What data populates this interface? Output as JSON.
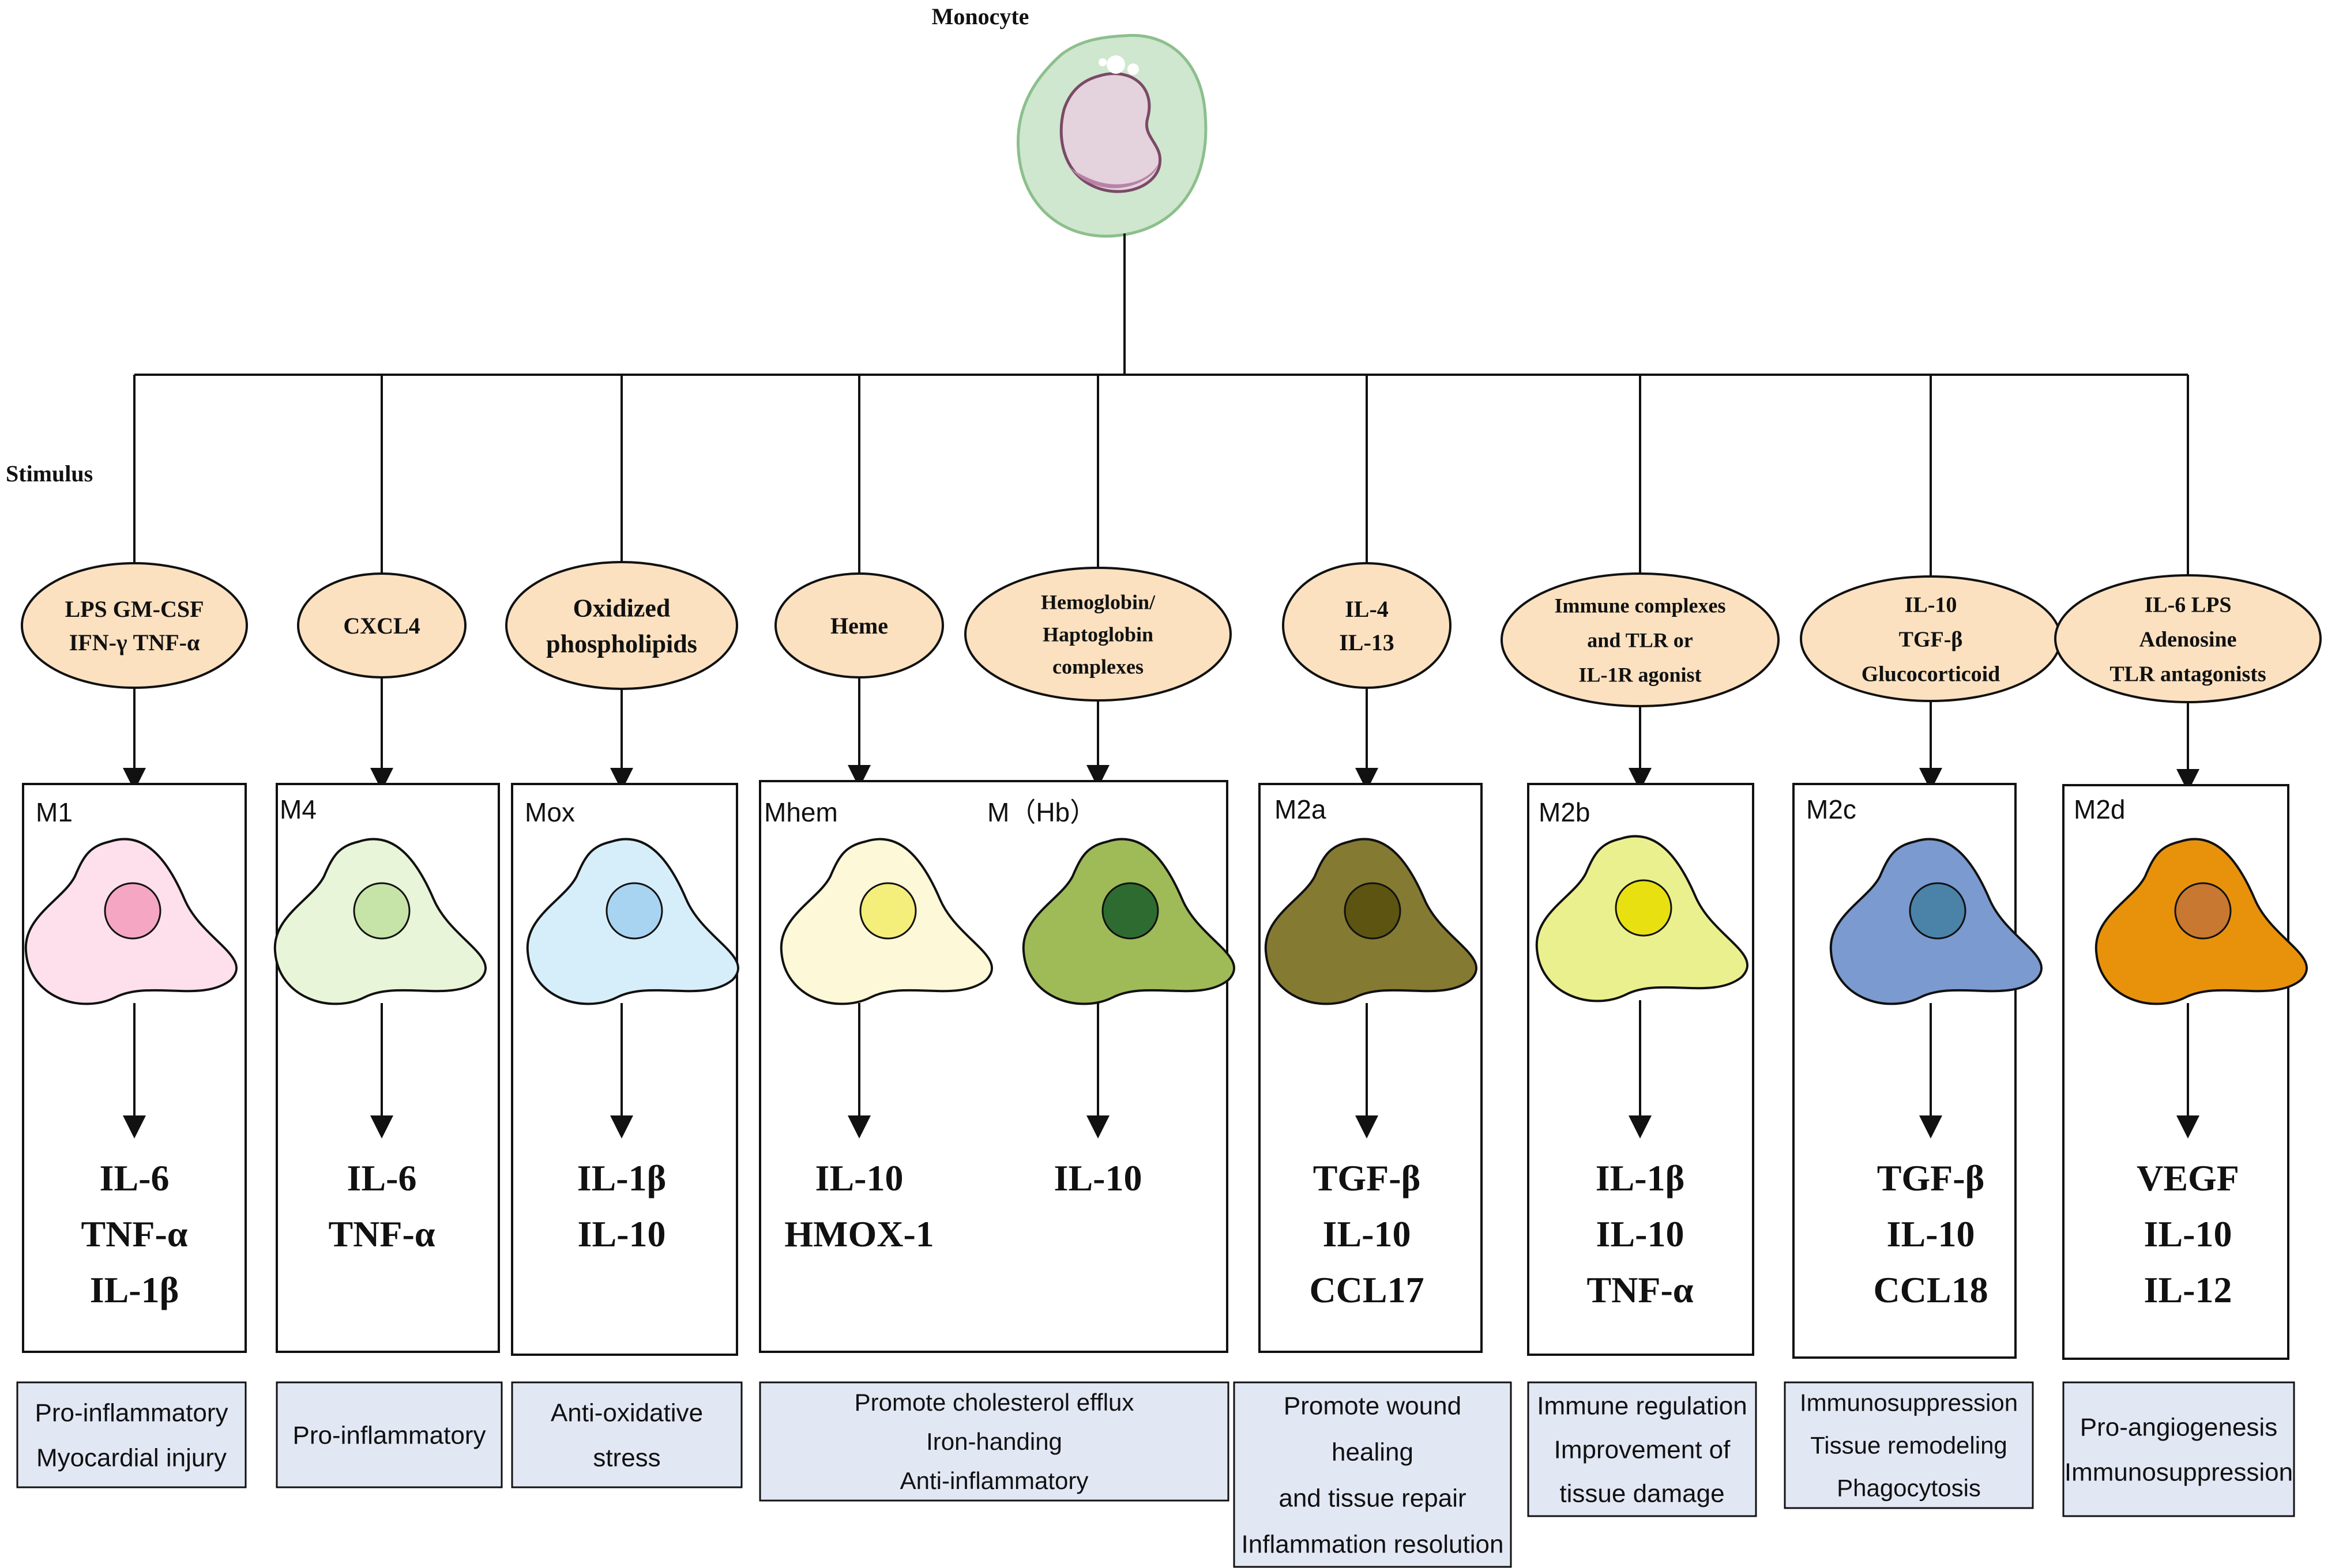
{
  "title": "Monocyte",
  "stimulus_label": "Stimulus",
  "colors": {
    "line": "#111111",
    "ellipse_fill": "#fbe1c0",
    "box_fill": "#e2e7f4",
    "monocyte_outer": "#cfe6cf",
    "monocyte_nucleus": "#e4d2dc"
  },
  "stimuli": [
    {
      "lines": [
        "LPS    GM-CSF",
        "IFN-γ  TNF-α"
      ]
    },
    {
      "lines": [
        "CXCL4"
      ]
    },
    {
      "lines": [
        "Oxidized",
        "phospholipids"
      ]
    },
    {
      "lines": [
        "Heme"
      ]
    },
    {
      "lines": [
        "Hemoglobin/",
        "Haptoglobin",
        "complexes"
      ]
    },
    {
      "lines": [
        "IL-4",
        "IL-13"
      ]
    },
    {
      "lines": [
        "Immune complexes",
        "and TLR or",
        "IL-1R agonist"
      ]
    },
    {
      "lines": [
        "IL-10",
        "TGF-β",
        "Glucocorticoid"
      ]
    },
    {
      "lines": [
        "IL-6  LPS",
        "Adenosine",
        "TLR antagonists"
      ]
    }
  ],
  "cells": [
    {
      "label": "M1",
      "body": "#fde0ec",
      "nucleus": "#f4a6c2"
    },
    {
      "label": "M4",
      "body": "#e8f5d8",
      "nucleus": "#c6e4a8"
    },
    {
      "label": "Mox",
      "body": "#d6eefa",
      "nucleus": "#a8d4f2"
    },
    {
      "label": "Mhem",
      "body": "#fdf8d8",
      "nucleus": "#f4ee7a"
    },
    {
      "label": "M（Hb）",
      "body": "#9ebb58",
      "nucleus": "#2e6b30"
    },
    {
      "label": "M2a",
      "body": "#857a32",
      "nucleus": "#5c5410"
    },
    {
      "label": "M2b",
      "body": "#eaf08e",
      "nucleus": "#e8e010"
    },
    {
      "label": "M2c",
      "body": "#7a9ad0",
      "nucleus": "#4a82a8"
    },
    {
      "label": "M2d",
      "body": "#e8920c",
      "nucleus": "#c87830"
    }
  ],
  "cytokines": [
    [
      "IL-6",
      "TNF-α",
      "IL-1β"
    ],
    [
      "IL-6",
      "TNF-α"
    ],
    [
      "IL-1β",
      "IL-10"
    ],
    [
      "IL-10",
      "HMOX-1"
    ],
    [
      "IL-10"
    ],
    [
      "TGF-β",
      "IL-10",
      "CCL17"
    ],
    [
      "IL-1β",
      "IL-10",
      "TNF-α"
    ],
    [
      "TGF-β",
      "IL-10",
      "CCL18"
    ],
    [
      "VEGF",
      "IL-10",
      "IL-12"
    ]
  ],
  "functions": [
    [
      "Pro-inflammatory",
      "Myocardial injury"
    ],
    [
      "Pro-inflammatory"
    ],
    [
      "Anti-oxidative",
      "stress"
    ],
    [
      "Promote cholesterol efflux",
      "Iron-handing",
      "Anti-inflammatory"
    ],
    [
      "Promote wound",
      "healing",
      "and tissue repair",
      "Inflammation resolution"
    ],
    [
      "Immune regulation",
      "Improvement of",
      "tissue damage"
    ],
    [
      "Immunosuppression",
      "Tissue remodeling",
      "Phagocytosis"
    ],
    [
      "Pro-angiogenesis",
      "Immunosuppression"
    ]
  ]
}
